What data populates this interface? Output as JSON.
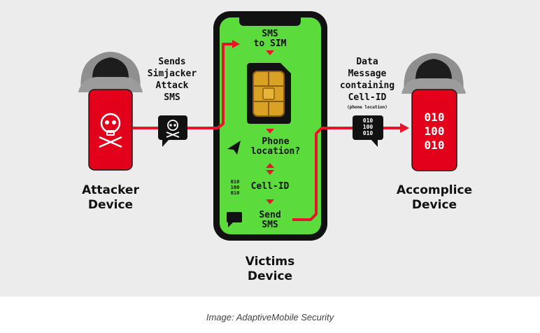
{
  "attacker": {
    "label_lines": [
      "Attacker",
      "Device"
    ]
  },
  "accomplice": {
    "label_lines": [
      "Accomplice",
      "Device"
    ],
    "screen_binary": [
      "010",
      "100",
      "010"
    ]
  },
  "victim": {
    "label_lines": [
      "Victims",
      "Device"
    ]
  },
  "send_message": {
    "lines": [
      "Sends",
      "Simjacker",
      "Attack",
      "SMS"
    ]
  },
  "data_message": {
    "lines": [
      "Data",
      "Message",
      "containing",
      "Cell-ID"
    ],
    "sub": "(phone location)",
    "bubble_binary": [
      "010",
      "100",
      "010"
    ]
  },
  "phone_steps": {
    "sms_to_sim": [
      "SMS",
      "to SIM"
    ],
    "location": [
      "Phone",
      "location?"
    ],
    "cellid": "Cell-ID",
    "cellid_binary": [
      "010",
      "100",
      "010"
    ],
    "send_sms": [
      "Send",
      "SMS"
    ]
  },
  "caption": "Image: AdaptiveMobile Security",
  "colors": {
    "background": "#ececec",
    "phone_screen": "#5cdc3c",
    "device_red": "#e3001b",
    "arrow_red": "#e8152a",
    "dark": "#111111"
  }
}
